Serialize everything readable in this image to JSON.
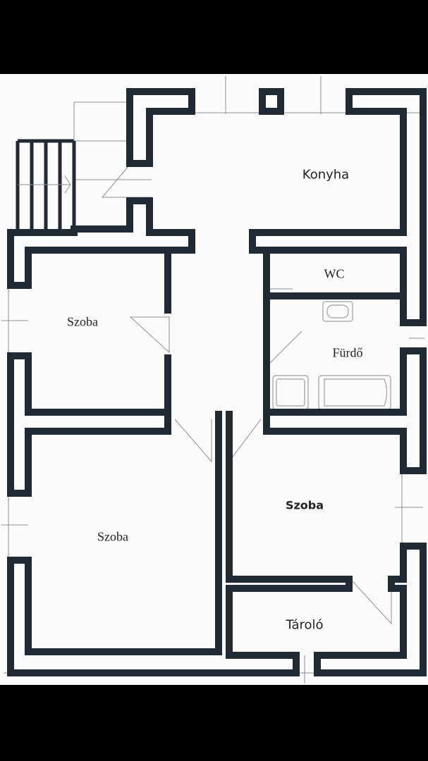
{
  "rooms": {
    "konyha": "Konyha",
    "wc": "WC",
    "furdo": "Fürdő",
    "szoba_left_top": "Szoba",
    "szoba_left_bottom": "Szoba",
    "szoba_right": "Szoba",
    "tarolo": "Tároló"
  },
  "colors": {
    "wall": "#1f2a34",
    "paper": "#fbfbfb",
    "frame": "#000000"
  }
}
